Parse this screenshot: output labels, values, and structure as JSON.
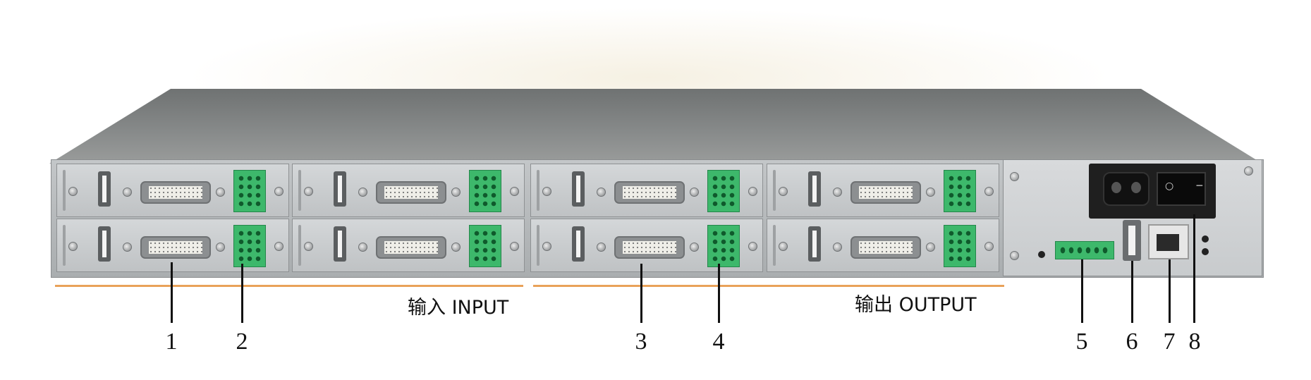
{
  "sections": {
    "input_label": "输入 INPUT",
    "output_label": "输出 OUTPUT"
  },
  "callouts": [
    "1",
    "2",
    "3",
    "4",
    "5",
    "6",
    "7",
    "8"
  ],
  "colors": {
    "accent_line": "#e9a25a",
    "terminal_green": "#3db86b",
    "chassis_gray": "#a9adaf"
  }
}
